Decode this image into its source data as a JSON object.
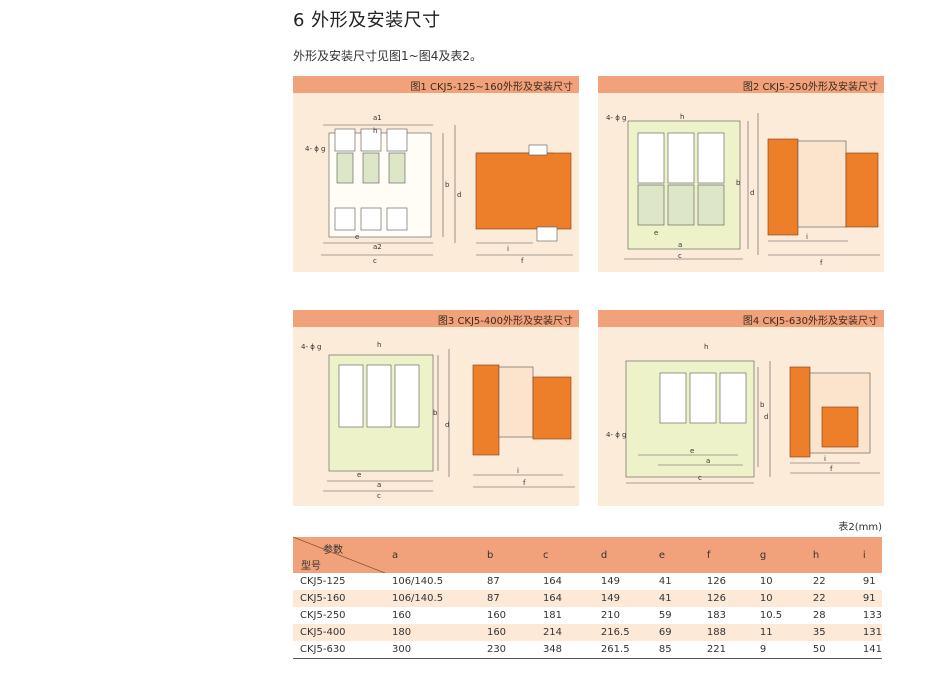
{
  "title": "6 外形及安装尺寸",
  "intro": "外形及安装尺寸见图1~图4及表2。",
  "figures": [
    {
      "caption": "图1 CKJ5-125~160外形及安装尺寸",
      "labels": {
        "a1": "a1",
        "h": "h",
        "hole": "4- ϕ g",
        "b": "b",
        "d": "d",
        "e": "e",
        "a2": "a2",
        "c": "c",
        "i": "i",
        "f": "f"
      }
    },
    {
      "caption": "图2 CKJ5-250外形及安装尺寸",
      "labels": {
        "hole": "4- ϕ g",
        "h": "h",
        "b": "b",
        "d": "d",
        "e": "e",
        "a": "a",
        "c": "c",
        "i": "i",
        "f": "f"
      }
    },
    {
      "caption": "图3 CKJ5-400外形及安装尺寸",
      "labels": {
        "hole": "4- ϕ g",
        "h": "h",
        "b": "b",
        "d": "d",
        "e": "e",
        "a": "a",
        "c": "c",
        "i": "i",
        "f": "f"
      }
    },
    {
      "caption": "图4 CKJ5-630外形及安装尺寸",
      "labels": {
        "hole": "4- ϕ g",
        "h": "h",
        "b": "b",
        "d": "d",
        "e": "e",
        "a": "a",
        "c": "c",
        "i": "i",
        "f": "f"
      }
    }
  ],
  "table": {
    "unit": "表2(mm)",
    "header_param": "参数",
    "header_model": "型号",
    "columns": [
      "a",
      "b",
      "c",
      "d",
      "e",
      "f",
      "g",
      "h",
      "i"
    ],
    "rows": [
      {
        "model": "CKJ5-125",
        "values": [
          "106/140.5",
          "87",
          "164",
          "149",
          "41",
          "126",
          "10",
          "22",
          "91"
        ]
      },
      {
        "model": "CKJ5-160",
        "values": [
          "106/140.5",
          "87",
          "164",
          "149",
          "41",
          "126",
          "10",
          "22",
          "91"
        ]
      },
      {
        "model": "CKJ5-250",
        "values": [
          "160",
          "160",
          "181",
          "210",
          "59",
          "183",
          "10.5",
          "28",
          "133"
        ]
      },
      {
        "model": "CKJ5-400",
        "values": [
          "180",
          "160",
          "214",
          "216.5",
          "69",
          "188",
          "11",
          "35",
          "131"
        ]
      },
      {
        "model": "CKJ5-630",
        "values": [
          "300",
          "230",
          "348",
          "261.5",
          "85",
          "221",
          "9",
          "50",
          "141"
        ]
      }
    ]
  }
}
